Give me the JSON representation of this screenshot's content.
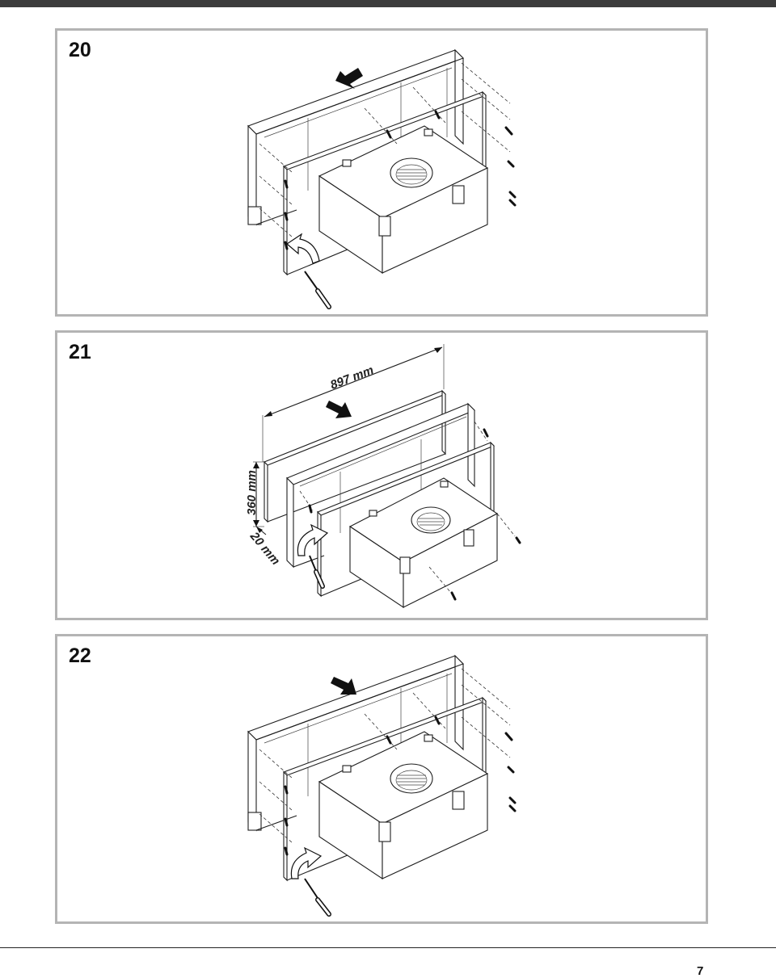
{
  "steps": [
    {
      "number": "20"
    },
    {
      "number": "21",
      "dimensions": {
        "width": "897 mm",
        "height": "360 mm",
        "depth": "20 mm"
      }
    },
    {
      "number": "22"
    }
  ],
  "page_number": "7"
}
